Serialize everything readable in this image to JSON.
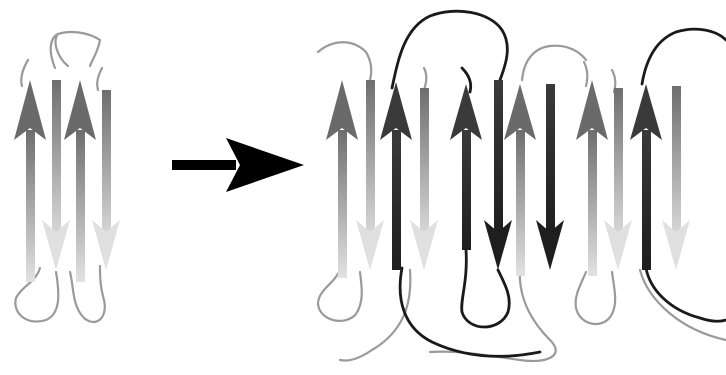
{
  "diagram": {
    "type": "beta-sheet-domain-swapping-illustration",
    "left_motif": {
      "strands": [
        {
          "direction": "up",
          "shade": "light"
        },
        {
          "direction": "down",
          "shade": "light"
        },
        {
          "direction": "up",
          "shade": "light"
        },
        {
          "direction": "down",
          "shade": "light"
        }
      ]
    },
    "transition_arrow": {
      "direction": "right",
      "color": "#000000"
    },
    "right_motif": {
      "strands": [
        {
          "direction": "up",
          "shade": "light"
        },
        {
          "direction": "down",
          "shade": "light"
        },
        {
          "direction": "up",
          "shade": "dark"
        },
        {
          "direction": "down",
          "shade": "light"
        },
        {
          "direction": "up",
          "shade": "dark"
        },
        {
          "direction": "down",
          "shade": "dark"
        },
        {
          "direction": "up",
          "shade": "light"
        },
        {
          "direction": "down",
          "shade": "dark"
        },
        {
          "direction": "up",
          "shade": "light"
        },
        {
          "direction": "down",
          "shade": "light"
        },
        {
          "direction": "up",
          "shade": "dark"
        },
        {
          "direction": "down",
          "shade": "light"
        }
      ]
    },
    "colors": {
      "light_strand_top": "#6e6e6e",
      "light_strand_bottom": "#e2e2e2",
      "dark_strand_top": "#3a3a3a",
      "dark_strand_bottom": "#1e1e1e",
      "light_loop": "#9a9a9a",
      "dark_loop": "#1a1a1a"
    }
  }
}
